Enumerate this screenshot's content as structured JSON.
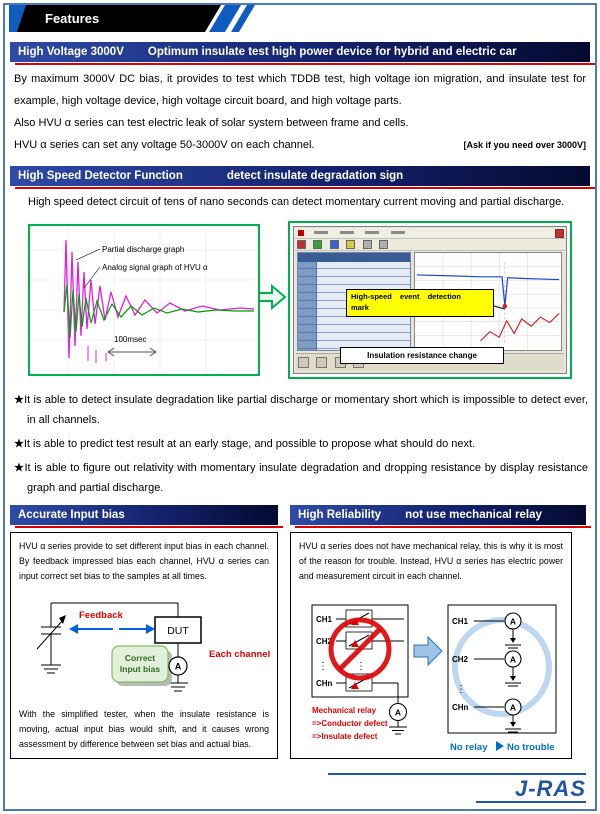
{
  "banner": {
    "title": "Features"
  },
  "icons": {
    "star": "★",
    "vdots": "⋮",
    "ammeter": "A",
    "triangle_right": "▶"
  },
  "high_voltage": {
    "title": "High Voltage 3000V",
    "subtitle": "Optimum insulate test high power device for hybrid and electric car",
    "para1": "By maximum 3000V DC bias, it provides to test which TDDB test, high voltage ion migration, and insulate test for example, high voltage device, high voltage circuit board, and high voltage parts.",
    "para2": "Also HVU α series can test electric leak of solar system between frame and cells.",
    "para3": "HVU α series can set any voltage 50-3000V on each channel.",
    "note": "[Ask if you need over 3000V]"
  },
  "detector": {
    "title": "High Speed Detector Function",
    "subtitle": "detect insulate degradation sign",
    "intro": "High speed detect circuit of tens of nano seconds can detect momentary current moving and partial discharge.",
    "graph": {
      "partial_label": "Partial discharge graph",
      "analog_label": "Analog signal graph of HVU α",
      "time_label": "100msec"
    },
    "callout_event_line1": "High-speed event detection",
    "callout_event_line2": "mark",
    "callout_resistance": "Insulation resistance change",
    "bullets": [
      "It is able to detect insulate degradation like partial discharge or momentary short which is impossible to detect ever, in all channels.",
      "It is able to predict test result at an early stage, and possible to propose what should do next.",
      "It is able to figure out relativity with momentary insulate degradation and dropping resistance by display resistance graph and partial discharge."
    ]
  },
  "input_bias": {
    "title": "Accurate Input bias",
    "para1": "HVU α series provide to set different input bias in each channel. By feedback impressed bias each channel, HVU α series can input correct set bias to the samples at all times.",
    "feedback_label": "Feedback",
    "dut_label": "DUT",
    "correct_line1": "Correct",
    "correct_line2": "Input bias",
    "each_channel_label": "Each channel",
    "para2": "With the simplified tester, when the insulate resistance is moving, actual input bias would shift, and it causes wrong assessment by difference between set bias and actual bias."
  },
  "reliability": {
    "title": "High Reliability",
    "subtitle": "not use mechanical relay",
    "para1": "HVU α series does not have mechanical relay, this is why it is most of the reason for trouble. Instead, HVU α series has electric power and measurement circuit in each channel.",
    "ch1": "CH1",
    "ch2": "CH2",
    "chn": "CHn",
    "mech_label": "Mechanical relay",
    "defect1": "=>Conductor defect",
    "defect2": "=>Insulate defect",
    "no_relay": "No relay",
    "no_trouble": "No trouble"
  },
  "footer": {
    "logo": "J-RAS"
  }
}
